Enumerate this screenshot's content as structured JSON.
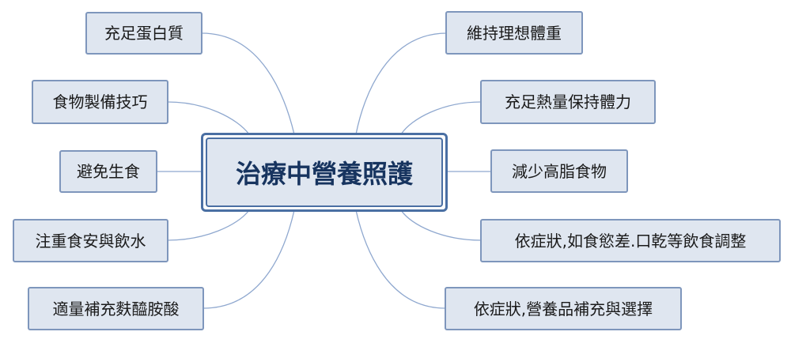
{
  "center": {
    "label": "治療中營養照護"
  },
  "left_nodes": [
    {
      "label": "充足蛋白質"
    },
    {
      "label": "食物製備技巧"
    },
    {
      "label": "避免生食"
    },
    {
      "label": "注重食安與飲水"
    },
    {
      "label": "適量補充麩醯胺酸"
    }
  ],
  "right_nodes": [
    {
      "label": "維持理想體重"
    },
    {
      "label": "充足熱量保持體力"
    },
    {
      "label": "減少高脂食物"
    },
    {
      "label": "依症狀,如食慾差.口乾等飲食調整"
    },
    {
      "label": "依症狀,營養品補充與選擇"
    }
  ],
  "colors": {
    "node_fill": "#dfe6f0",
    "node_border": "#7e96bc",
    "center_border": "#4a6fa3",
    "center_text": "#17345f",
    "connector": "#8fa8cf"
  }
}
